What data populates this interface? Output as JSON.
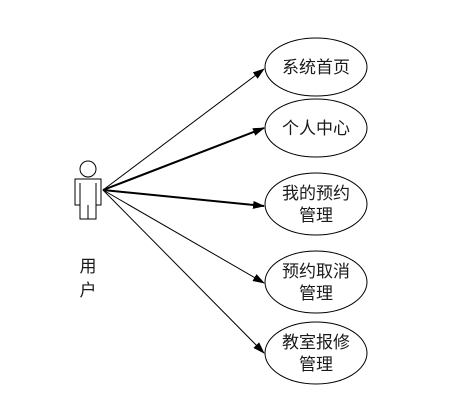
{
  "actor": {
    "name_lines": [
      "用",
      "户"
    ]
  },
  "use_cases": [
    {
      "lines": [
        "系统首页"
      ]
    },
    {
      "lines": [
        "个人中心"
      ]
    },
    {
      "lines": [
        "我的预约",
        "管理"
      ]
    },
    {
      "lines": [
        "预约取消",
        "管理"
      ]
    },
    {
      "lines": [
        "教室报修",
        "管理"
      ]
    }
  ],
  "colors": {
    "stroke": "#000000",
    "text": "#1a1a1a",
    "background": "#ffffff"
  }
}
